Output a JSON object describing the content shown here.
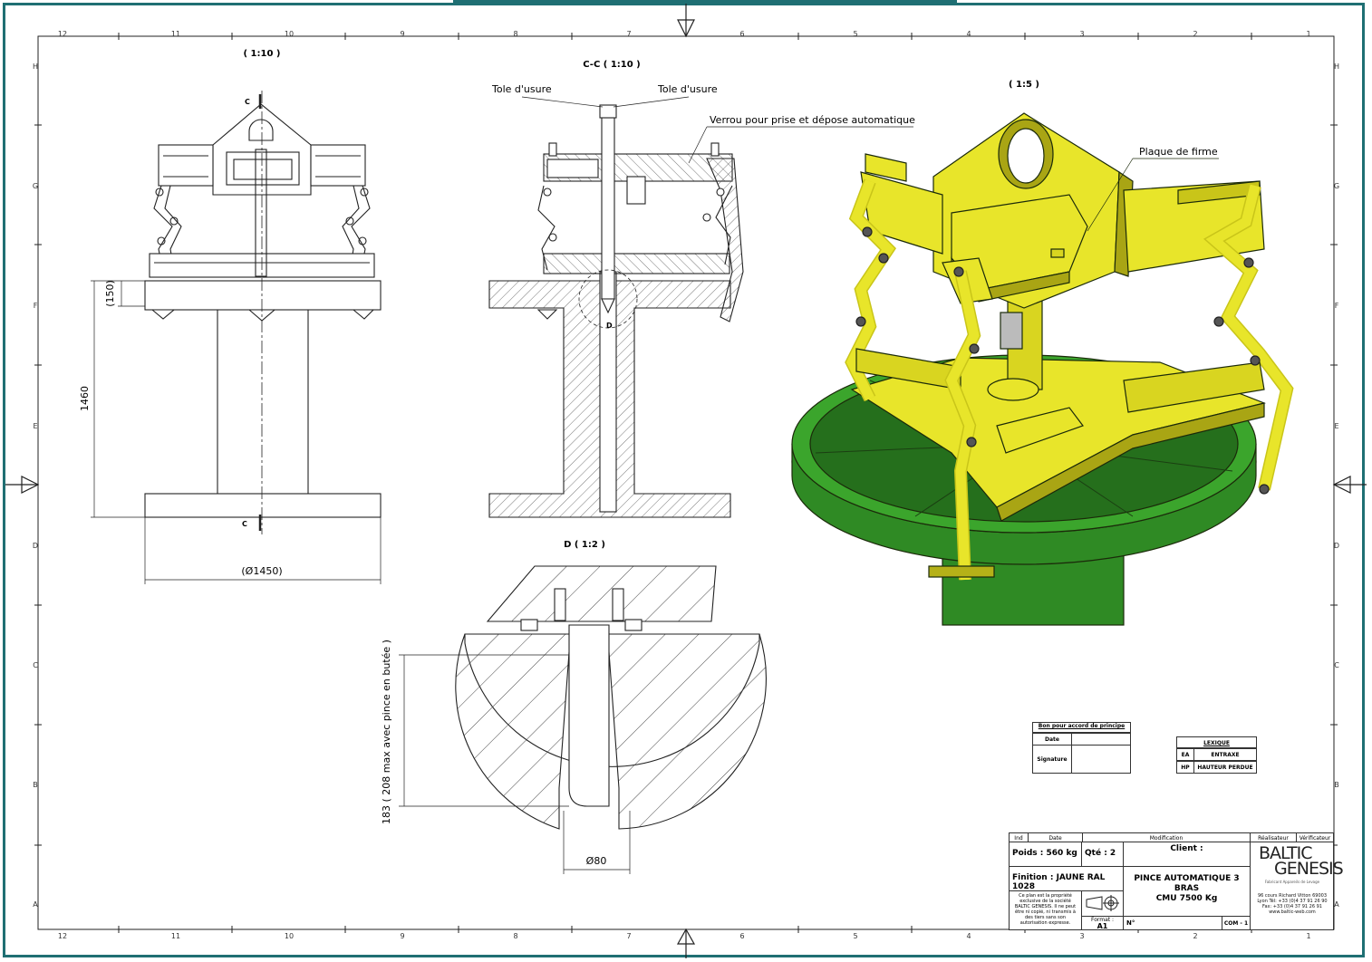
{
  "grid": {
    "columns": [
      "12",
      "11",
      "10",
      "9",
      "8",
      "7",
      "6",
      "5",
      "4",
      "3",
      "2",
      "1"
    ],
    "rows": [
      "H",
      "G",
      "F",
      "E",
      "D",
      "C",
      "B",
      "A"
    ]
  },
  "views": {
    "front": {
      "scale": "( 1:10 )",
      "section_mark": "C",
      "dim_height": "1460",
      "dim_offset": "(150)",
      "dim_diameter": "(Ø1450)"
    },
    "section": {
      "title": "C-C ( 1:10 )",
      "label_wear_left": "Tole d'usure",
      "label_wear_right": "Tole d'usure",
      "label_lock": "Verrou pour prise et dépose automatique",
      "detail_mark": "D"
    },
    "detail": {
      "title": "D ( 1:2 )",
      "dim_depth": "183 ( 208 max avec pince en butée )",
      "dim_diameter": "Ø80"
    },
    "iso": {
      "scale": "( 1:5 )",
      "label_plate": "Plaque de firme"
    }
  },
  "approval": {
    "title": "Bon pour accord de principe",
    "date_label": "Date",
    "signature_label": "Signature"
  },
  "lexique": {
    "title": "LEXIQUE",
    "rows": [
      [
        "EA",
        "ENTRAXE"
      ],
      [
        "HP",
        "HAUTEUR PERDUE"
      ]
    ]
  },
  "titleblock": {
    "ind": "Ind",
    "date": "Date",
    "modification": "Modification",
    "realisateur": "Réalisateur",
    "verificateur": "Vérificateur",
    "poids": "Poids : 560 kg",
    "qte": "Qté : 2",
    "client": "Client :",
    "finition": "Finition : JAUNE RAL 1028",
    "title_line1": "PINCE AUTOMATIQUE 3",
    "title_line2": "BRAS",
    "title_line3": "CMU 7500 Kg",
    "notice": "Ce plan est la propriété exclusive de la société BALTIC GENESIS. Il ne peut être ni copié, ni transmis à des tiers sans son autorisation expresse.",
    "format_label": "Format :",
    "format_value": "A1",
    "numero": "N°",
    "com": "COM - 1",
    "logo_line1": "BALTIC",
    "logo_line2": "GENESIS",
    "logo_tagline": "Fabricant Appareils de Levage",
    "address": "96 cours Richard Vitton 69003 Lyon Tél: +33 (0)4 37 91 26 90 Fax: +33 (0)4 37 91 26 91 www.baltic-web.com"
  },
  "colors": {
    "frame": "#1f6f73",
    "yellow": "#e8e52a",
    "yellow_dark": "#a9a514",
    "green": "#2f8a24",
    "green_dark": "#1d5e16"
  }
}
